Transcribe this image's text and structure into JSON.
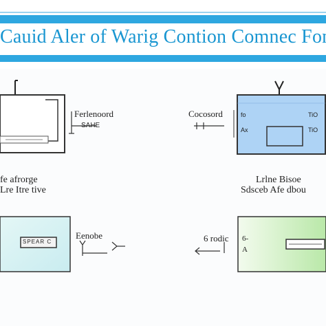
{
  "header": {
    "title": "Cauid Aler of Warig Contion Comnec Font",
    "accent_color": "#2ea7e0"
  },
  "units": [
    {
      "id": "top-left",
      "labels": [
        "Ferlenoord",
        "SAHE"
      ],
      "caption": [
        "fe afrorge",
        "Lre Itre tive"
      ],
      "fill": "#ffffff"
    },
    {
      "id": "top-right",
      "labels": [
        "Cocosord"
      ],
      "inner_labels": [
        "fo",
        "TiO",
        "Ax",
        "TiO"
      ],
      "caption": [
        "Lrlne Bisoe",
        "Sdsceb Afe dbou"
      ],
      "fill": "#aed3f5"
    },
    {
      "id": "bottom-left",
      "labels": [
        "Eenobe"
      ],
      "panel_text": "SPEAR C",
      "fill": "#d6f4f4"
    },
    {
      "id": "bottom-right",
      "labels": [
        "6 rodic",
        "6-",
        "A"
      ],
      "fill": "#d8f3d0"
    }
  ]
}
